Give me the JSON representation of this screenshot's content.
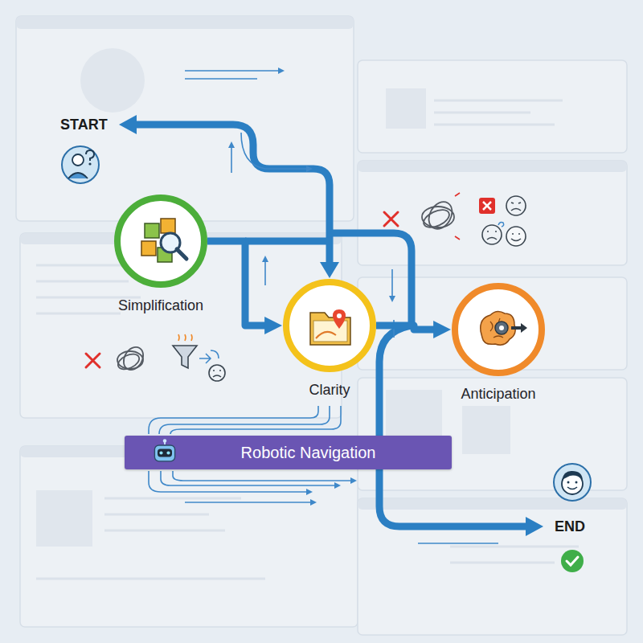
{
  "diagram": {
    "nodes": [
      {
        "text": [
          "Simplification"
        ]
      },
      {
        "text": [
          "Clarity"
        ]
      },
      {
        "text": [
          "Anticipation"
        ]
      },
      {
        "text": [
          "Robotic Navigation"
        ]
      }
    ],
    "edges": [
      {
        "from": 0,
        "to": 1,
        "arrow": "to"
      },
      {
        "from": 1,
        "to": 2,
        "arrow": "to"
      }
    ],
    "labels": [
      "START",
      "END"
    ]
  }
}
